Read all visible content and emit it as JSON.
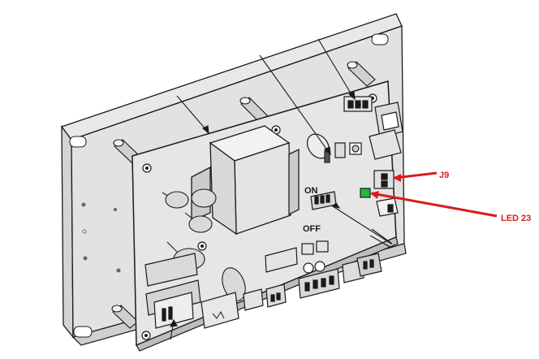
{
  "labels": {
    "on": "ON",
    "off": "OFF",
    "j9": "J9",
    "led23": "LED 23"
  },
  "colors": {
    "callout": "#d81c1c",
    "led": "#22b83a",
    "outline": "#1a1a1a",
    "board_fill": "#e6e6e6",
    "plate_fill": "#e0e0e0"
  }
}
